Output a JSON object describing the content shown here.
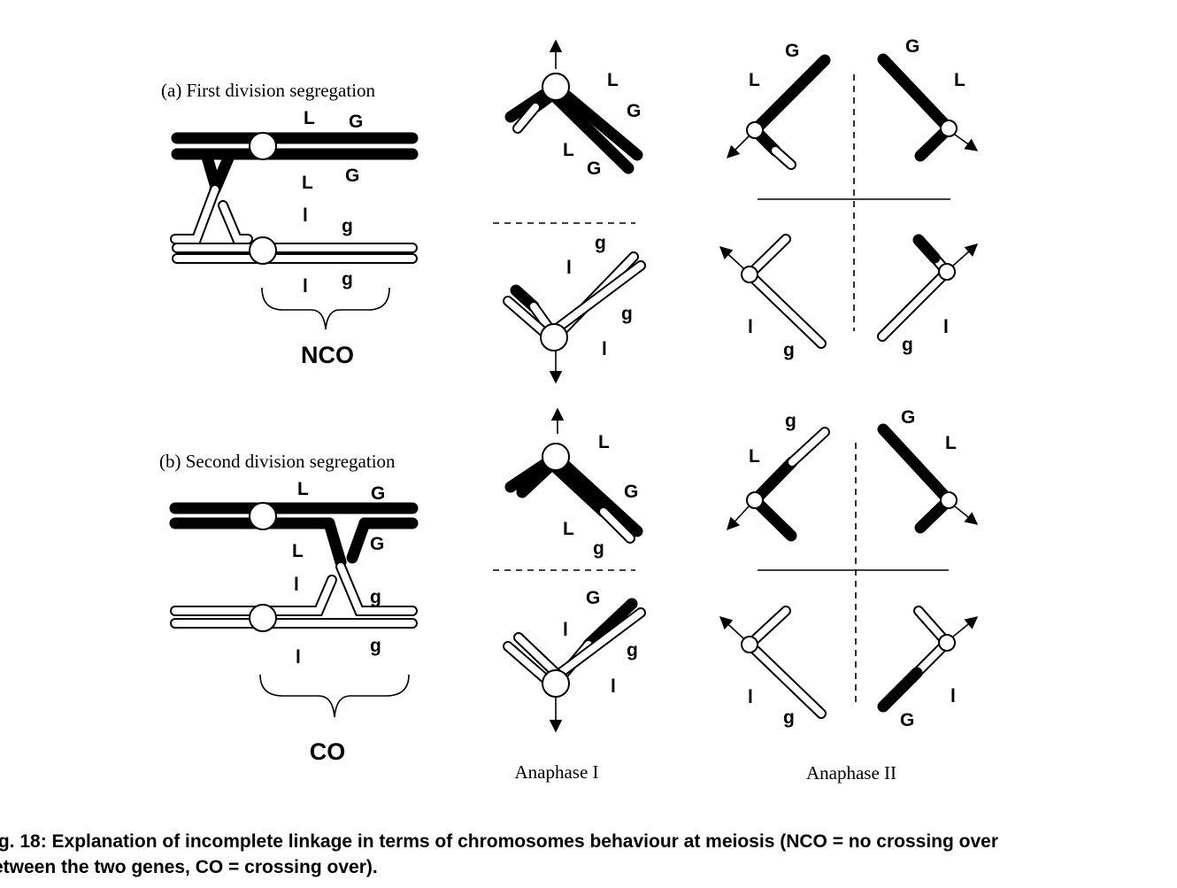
{
  "panels": {
    "a_title": "(a) First division segregation",
    "b_title": "(b) Second division segregation",
    "a_group": "NCO",
    "b_group": "CO"
  },
  "stages": {
    "anaphase1": "Anaphase I",
    "anaphase2": "Anaphase II"
  },
  "genes": {
    "L": "L",
    "G": "G",
    "l": "l",
    "g": "g"
  },
  "caption": "ig. 18: Explanation of incomplete linkage in terms of chromosomes behaviour at meiosis (NCO = no crossing over\netween the two genes, CO = crossing over).",
  "colors": {
    "dominant_strand": "#000000",
    "recessive_strand": "#ffffff"
  }
}
